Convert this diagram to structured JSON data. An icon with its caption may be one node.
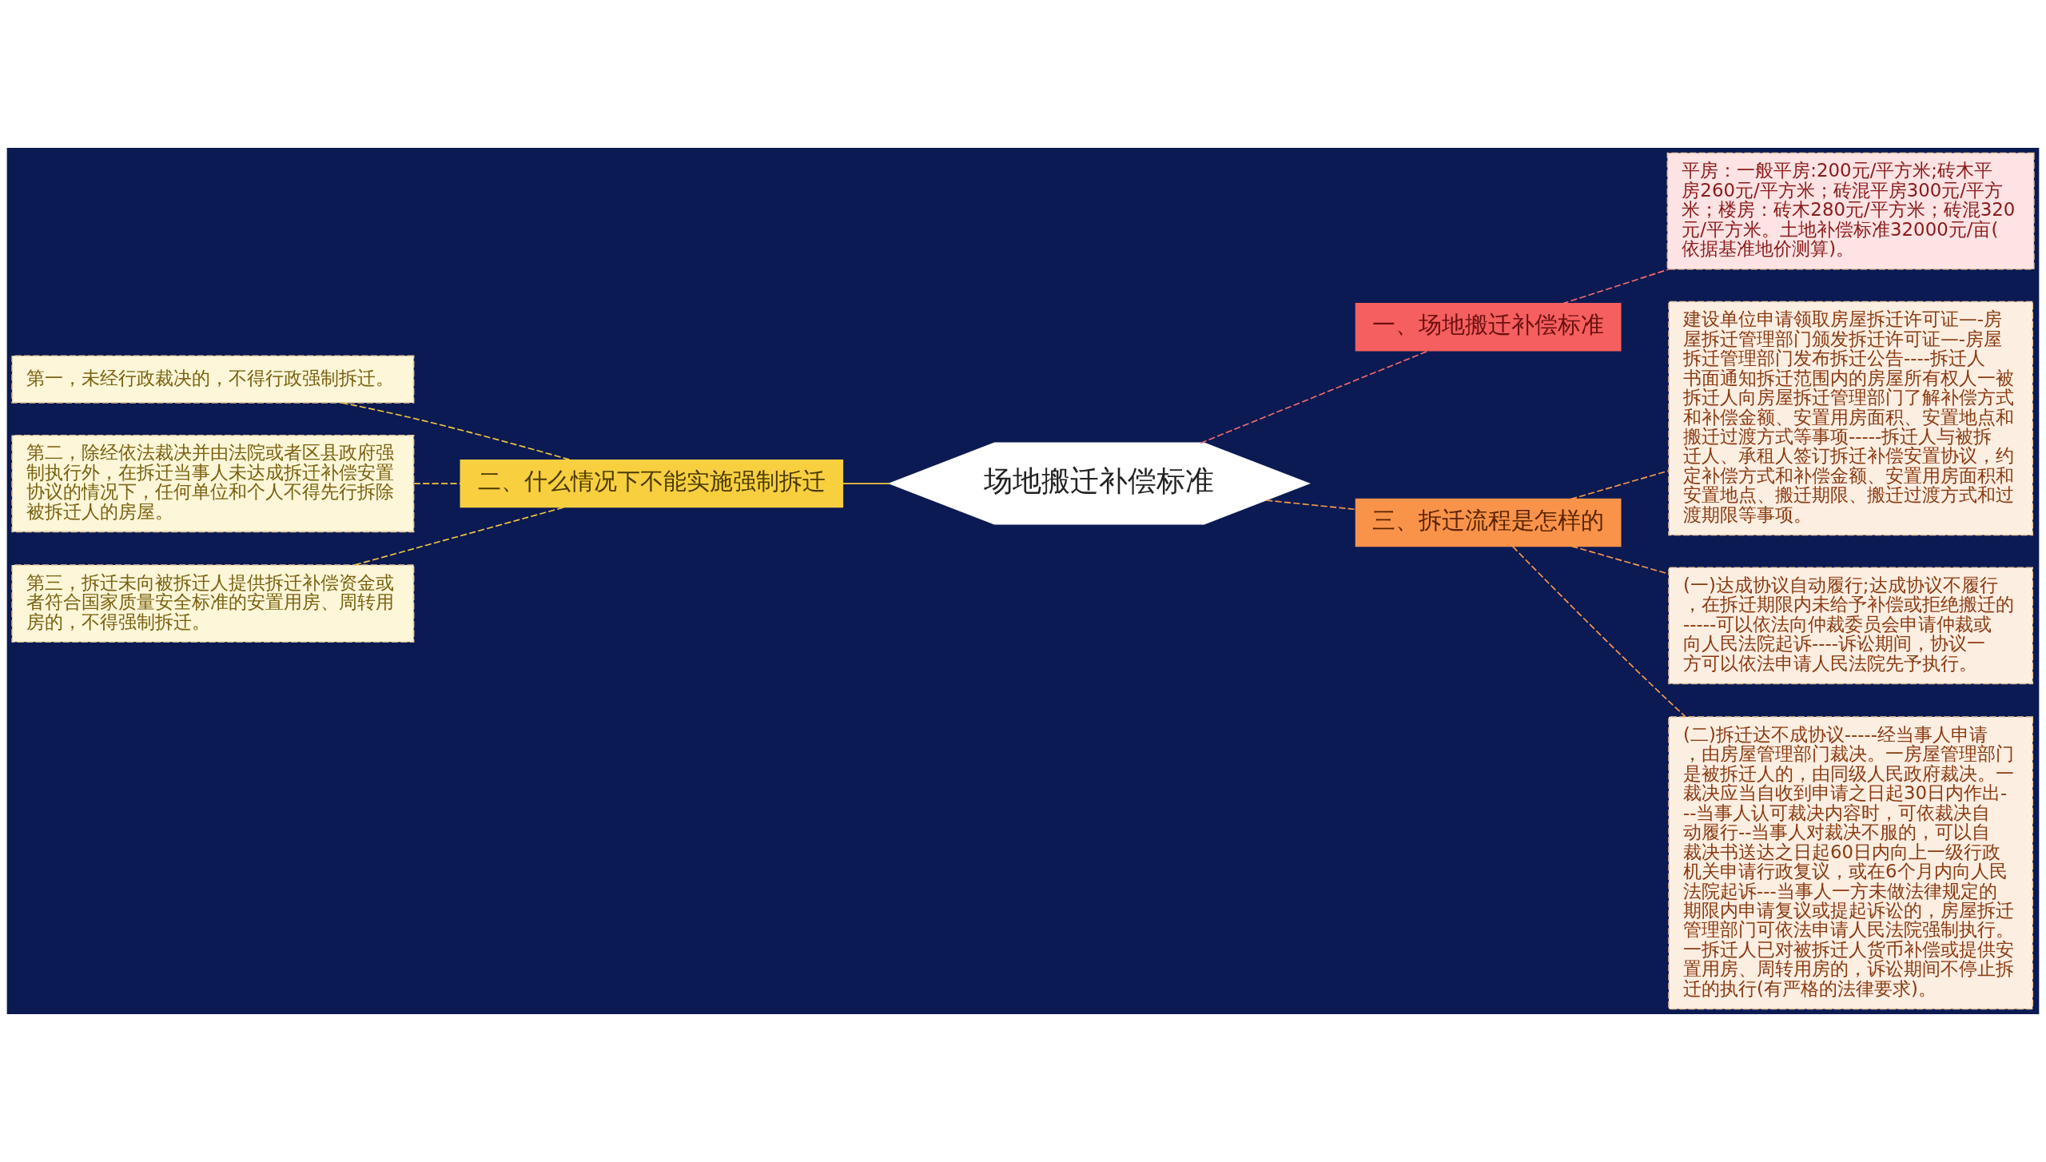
{
  "diagram": {
    "nodes": [
      {
        "text": [
          "场地搬迁补偿标准"
        ]
      },
      {
        "text": [
          "一、场地搬迁补偿标准"
        ]
      },
      {
        "text": [
          "平房：一般平房:200元/平方米;砖木平房260元/平方米；砖混平房300元/平方米；楼房：砖木280元/平方米；砖混320元/平方米。土地补偿标准32000元/亩(依据基准地价测算)。"
        ]
      },
      {
        "text": [
          "二、什么情况下不能实施强制拆迁"
        ]
      },
      {
        "text": [
          "第一，未经行政裁决的，不得行政强制拆迁。"
        ]
      },
      {
        "text": [
          "第二，除经依法裁决并由法院或者区县政府强制执行外，在拆迁当事人未达成拆迁补偿安置协议的情况下，任何单位和个人不得先行拆除被拆迁人的房屋。"
        ]
      },
      {
        "text": [
          "第三，拆迁未向被拆迁人提供拆迁补偿资金或者符合国家质量安全标准的安置用房、周转用房的，不得强制拆迁。"
        ]
      },
      {
        "text": [
          "三、拆迁流程是怎样的"
        ]
      },
      {
        "text": [
          "建设单位申请领取房屋拆迁许可证—-房屋拆迁管理部门颁发拆迁许可证—-房屋拆迁管理部门发布拆迁公告----拆迁人书面通知拆迁范围内的房屋所有权人一被拆迁人向房屋拆迁管理部门了解补偿方式和补偿金额、安置用房面积、安置地点和搬迁过渡方式等事项-----拆迁人与被拆迁人、承租人签订拆迁补偿安置协议，约定补偿方式和补偿金额、安置用房面积和安置地点、搬迁期限、搬迁过渡方式和过渡期限等事项。"
        ]
      },
      {
        "text": [
          "(一)达成协议自动履行;达成协议不履行，在拆迁期限内未给予补偿或拒绝搬迁的-----可以依法向仲裁委员会申请仲裁或向人民法院起诉----诉讼期间，协议一方可以依法申请人民法院先予执行。"
        ]
      },
      {
        "text": [
          "(二)拆迁达不成协议-----经当事人申请，由房屋管理部门裁决。一房屋管理部门是被拆迁人的，由同级人民政府裁决。一裁决应当自收到申请之日起30日内作出---当事人认可裁决内容时，可依裁决自动履行--当事人对裁决不服的，可以自裁决书送达之日起60日内向上一级行政机关申请行政复议，或在6个月内向人民法院起诉---当事人一方未做法律规定的期限内申请复议或提起诉讼的，房屋拆迁管理部门可依法申请人民法院强制执行。一拆迁人已对被拆迁人货币补偿或提供安置用房、周转用房的，诉讼期间不停止拆迁的执行(有严格的法律要求)。"
        ]
      }
    ],
    "edges": [
      {
        "from": 0,
        "to": 1,
        "arrow": "none",
        "style": "dashed",
        "color": "#f26d6d"
      },
      {
        "from": 1,
        "to": 2,
        "arrow": "none",
        "style": "dashed",
        "color": "#f26d6d"
      },
      {
        "from": 0,
        "to": 3,
        "arrow": "none",
        "color": "#f5c842"
      },
      {
        "from": 3,
        "to": 4,
        "arrow": "none",
        "style": "dashed",
        "color": "#f5c842"
      },
      {
        "from": 3,
        "to": 5,
        "arrow": "none",
        "style": "dashed",
        "color": "#f5c842"
      },
      {
        "from": 3,
        "to": 6,
        "arrow": "none",
        "style": "dashed",
        "color": "#f5c842"
      },
      {
        "from": 0,
        "to": 7,
        "arrow": "none",
        "style": "dashed",
        "color": "#f99a52"
      },
      {
        "from": 7,
        "to": 8,
        "arrow": "none",
        "style": "dashed",
        "color": "#f99a52"
      },
      {
        "from": 7,
        "to": 9,
        "arrow": "none",
        "style": "dashed",
        "color": "#f99a52"
      },
      {
        "from": 7,
        "to": 10,
        "arrow": "none",
        "style": "dashed",
        "color": "#f99a52"
      }
    ]
  }
}
